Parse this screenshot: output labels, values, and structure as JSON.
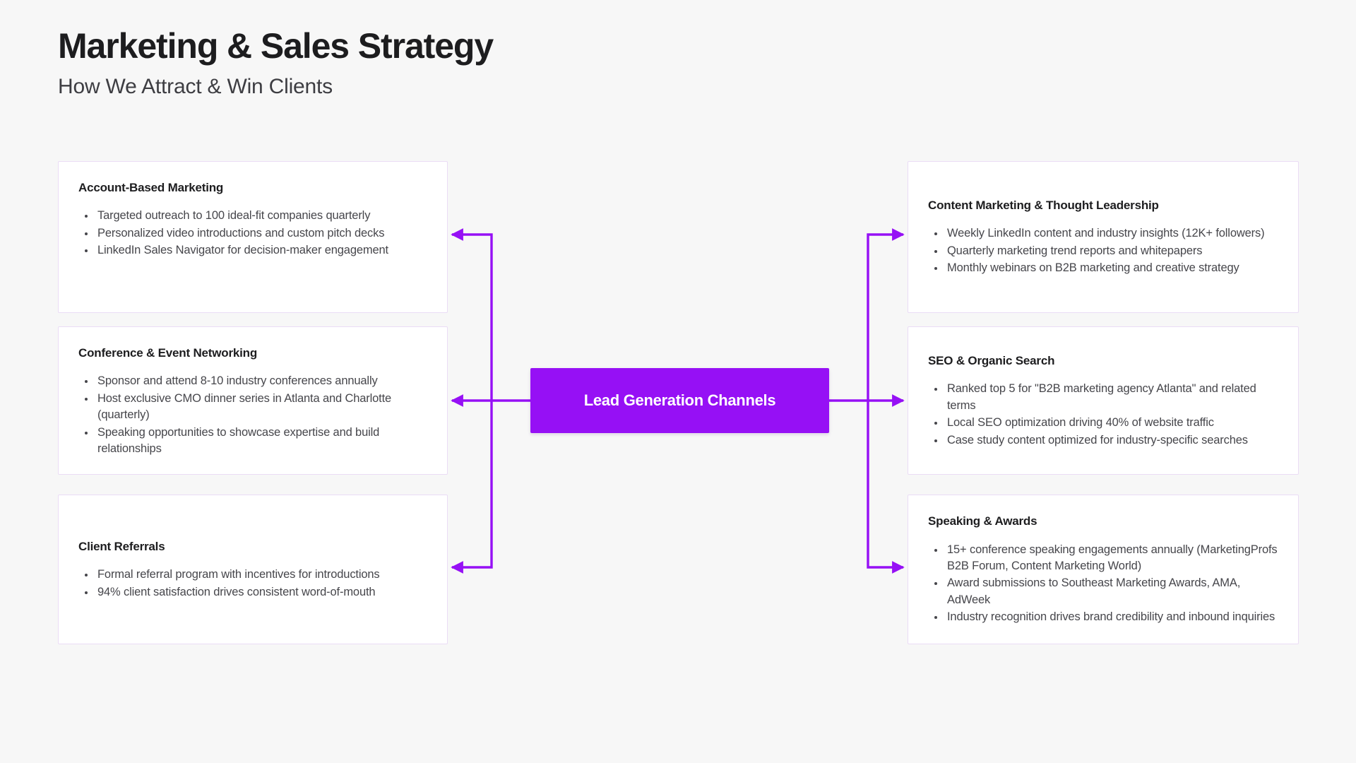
{
  "header": {
    "title": "Marketing & Sales Strategy",
    "subtitle": "How We Attract & Win Clients"
  },
  "theme": {
    "background": "#f7f7f7",
    "accent": "#9610f5",
    "card_background": "#ffffff",
    "card_border": "#eadcf5",
    "title_color": "#1d1d1f",
    "body_color": "#46464b",
    "connector_color": "#9610f5"
  },
  "hub": {
    "label": "Lead Generation Channels"
  },
  "left_cards": [
    {
      "title": "Account-Based Marketing",
      "bullets": [
        "Targeted outreach to 100 ideal-fit companies quarterly",
        "Personalized video introductions and custom pitch decks",
        "LinkedIn Sales Navigator for decision-maker engagement"
      ]
    },
    {
      "title": "Conference & Event Networking",
      "bullets": [
        "Sponsor and attend 8-10 industry conferences annually",
        "Host exclusive CMO dinner series in Atlanta and Charlotte (quarterly)",
        "Speaking opportunities to showcase expertise and build relationships"
      ]
    },
    {
      "title": "Client Referrals",
      "bullets": [
        "Formal referral program with incentives for introductions",
        "94% client satisfaction drives consistent word-of-mouth"
      ]
    }
  ],
  "right_cards": [
    {
      "title": "Content Marketing & Thought Leadership",
      "bullets": [
        "Weekly LinkedIn content and industry insights (12K+ followers)",
        "Quarterly marketing trend reports and whitepapers",
        "Monthly webinars on B2B marketing and creative strategy"
      ]
    },
    {
      "title": "SEO & Organic Search",
      "bullets": [
        "Ranked top 5 for \"B2B marketing agency Atlanta\" and related terms",
        "Local SEO optimization driving 40% of website traffic",
        "Case study content optimized for industry-specific searches"
      ]
    },
    {
      "title": "Speaking & Awards",
      "bullets": [
        "15+ conference speaking engagements annually (MarketingProfs B2B Forum, Content Marketing World)",
        "Award submissions to Southeast Marketing Awards, AMA, AdWeek",
        "Industry recognition drives brand credibility and inbound inquiries"
      ]
    }
  ]
}
